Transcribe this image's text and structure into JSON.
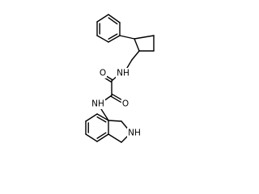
{
  "molecule": {
    "atoms": {
      "amide_nh_top": {
        "symbol": "NH"
      },
      "amide_nh_bottom": {
        "symbol": "NH"
      },
      "carbonyl_o_top": {
        "symbol": "O"
      },
      "carbonyl_o_bottom": {
        "symbol": "O"
      },
      "isoindoline_nh": {
        "symbol": "NH"
      }
    }
  }
}
